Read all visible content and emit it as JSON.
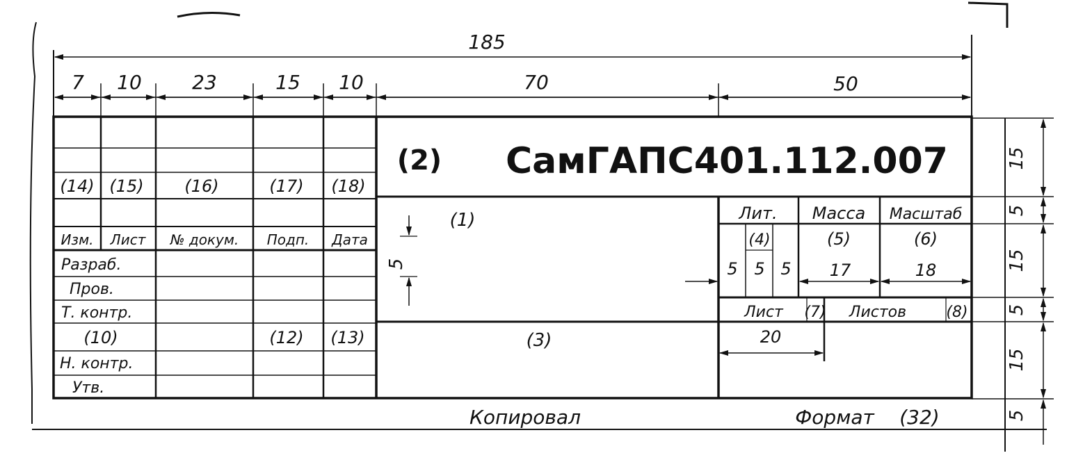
{
  "dims": {
    "total": "185",
    "col1": "7",
    "col2": "10",
    "col3": "23",
    "col4": "15",
    "col5": "10",
    "col6": "70",
    "col7": "50",
    "row_top": "15",
    "row_5a": "5",
    "row_mid": "15",
    "row_5b": "5",
    "row_bottom": "15",
    "row_outer": "5",
    "cell_5_vertical": "5",
    "lit_5a": "5",
    "lit_5b": "5",
    "lit_5c": "5",
    "mass_17": "17",
    "scale_18": "18",
    "list_20": "20"
  },
  "title_block": {
    "field2": "(2)",
    "designation": "СамГАПС401.112.007",
    "field1": "(1)",
    "field3": "(3)"
  },
  "left": {
    "n14": "(14)",
    "n15": "(15)",
    "n16": "(16)",
    "n17": "(17)",
    "n18": "(18)",
    "izm": "Изм.",
    "list": "Лист",
    "doc": "№ докум.",
    "podp": "Подп.",
    "data": "Дата",
    "razrab": "Разраб.",
    "prov": "Пров.",
    "tkontr": "Т. контр.",
    "n10": "(10)",
    "n12": "(12)",
    "n13": "(13)",
    "nkontr": "Н. контр.",
    "utv": "Утв."
  },
  "right": {
    "lit": "Лит.",
    "massa": "Масса",
    "masshtab": "Масштаб",
    "n4": "(4)",
    "n5": "(5)",
    "n6": "(6)",
    "list": "Лист",
    "n7": "(7)",
    "listov": "Листов",
    "n8": "(8)"
  },
  "footer": {
    "kopiroval": "Копировал",
    "format": "Формат",
    "n32": "(32)"
  }
}
